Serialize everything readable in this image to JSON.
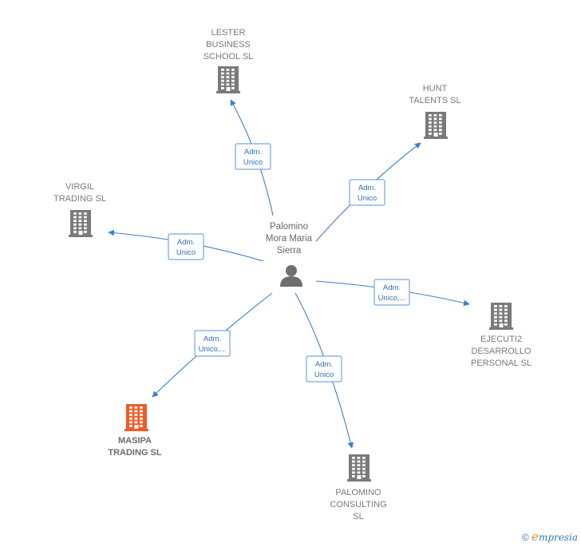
{
  "center": {
    "name": [
      "Palomino",
      "Mora Maria",
      "Sierra"
    ],
    "icon": "person-icon"
  },
  "companies": [
    {
      "id": "lester",
      "name": [
        "LESTER",
        "BUSINESS",
        "SCHOOL SL"
      ],
      "icon": "building-icon",
      "highlight": false
    },
    {
      "id": "hunt",
      "name": [
        "HUNT",
        "TALENTS  SL"
      ],
      "icon": "building-icon",
      "highlight": false
    },
    {
      "id": "virgil",
      "name": [
        "VIRGIL",
        "TRADING  SL"
      ],
      "icon": "building-icon",
      "highlight": false
    },
    {
      "id": "ejecuti2",
      "name": [
        "EJECUTI2",
        "DESARROLLO",
        "PERSONAL SL"
      ],
      "icon": "building-icon",
      "highlight": false
    },
    {
      "id": "masipa",
      "name": [
        "MASIPA",
        "TRADING  SL"
      ],
      "icon": "building-icon",
      "highlight": true
    },
    {
      "id": "palomino",
      "name": [
        "PALOMINO",
        "CONSULTING",
        "SL"
      ],
      "icon": "building-icon",
      "highlight": false
    }
  ],
  "relations": [
    {
      "target": "lester",
      "label": [
        "Adm.",
        "Unico"
      ]
    },
    {
      "target": "hunt",
      "label": [
        "Adm.",
        "Unico"
      ]
    },
    {
      "target": "virgil",
      "label": [
        "Adm.",
        "Unico"
      ]
    },
    {
      "target": "ejecuti2",
      "label": [
        "Adm.",
        "Unico,..."
      ]
    },
    {
      "target": "masipa",
      "label": [
        "Adm.",
        "Unico,..."
      ]
    },
    {
      "target": "palomino",
      "label": [
        "Adm.",
        "Unico"
      ]
    }
  ],
  "colors": {
    "building": "#7a7a7a",
    "highlight": "#f05a28",
    "edge": "#3a7fd1",
    "person": "#6e6e6e"
  },
  "watermark": {
    "copyright": "©",
    "brand_e": "e",
    "brand_rest": "mpresia"
  }
}
